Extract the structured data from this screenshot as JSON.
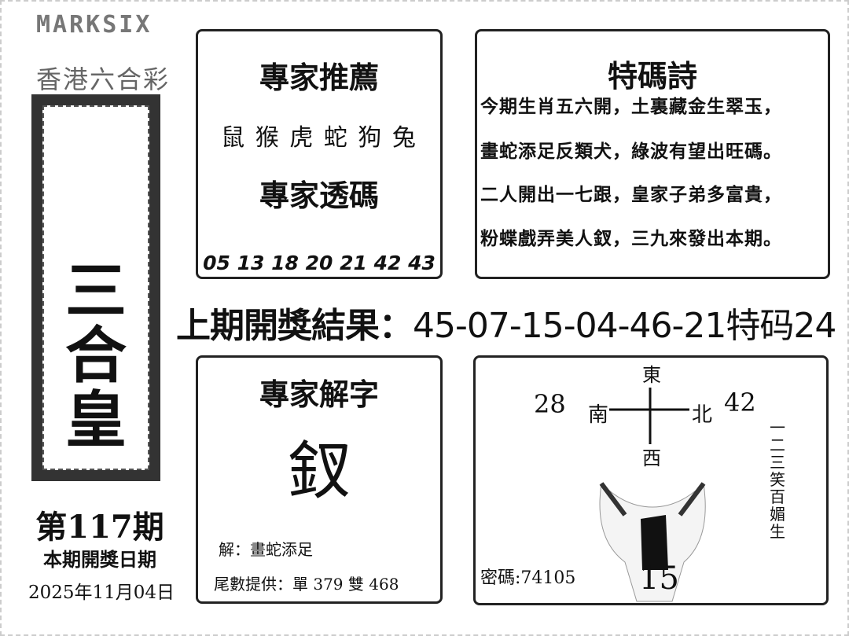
{
  "brand": {
    "en": "MARKSIX",
    "zh": "香港六合彩"
  },
  "banner": {
    "chars": [
      "三",
      "合",
      "皇"
    ]
  },
  "issue": {
    "label": "第117期",
    "date_label": "本期開獎日期",
    "date": "2025年11月04日"
  },
  "expert_box": {
    "title": "專家推薦",
    "zodiacs": "鼠 猴 虎 蛇 狗 兔",
    "subtitle": "專家透碼",
    "numbers": "05 13 18 20 21 42 43"
  },
  "poem_box": {
    "title": "特碼詩",
    "lines": [
      "今期生肖五六開，土裏藏金生翠玉，",
      "畫蛇添足反類犬，綠波有望出旺碼。",
      "二人開出一七跟，皇家子弟多富貴，",
      "粉蝶戲弄美人釵，三九來發出本期。"
    ]
  },
  "last_result": {
    "label": "上期開獎結果：",
    "numbers": "45-07-15-04-46-21",
    "special": "特码24"
  },
  "word_box": {
    "title": "專家解字",
    "char": "釵",
    "explain": "解：畫蛇添足",
    "tail": "尾數提供：單 379 雙 468"
  },
  "compass_box": {
    "east": "東",
    "west": "西",
    "south": "南",
    "north": "北",
    "left_num": "28",
    "right_num": "42",
    "vertical": "一二三笑百媚生",
    "code": "密碼:74105",
    "big_num": "15"
  }
}
